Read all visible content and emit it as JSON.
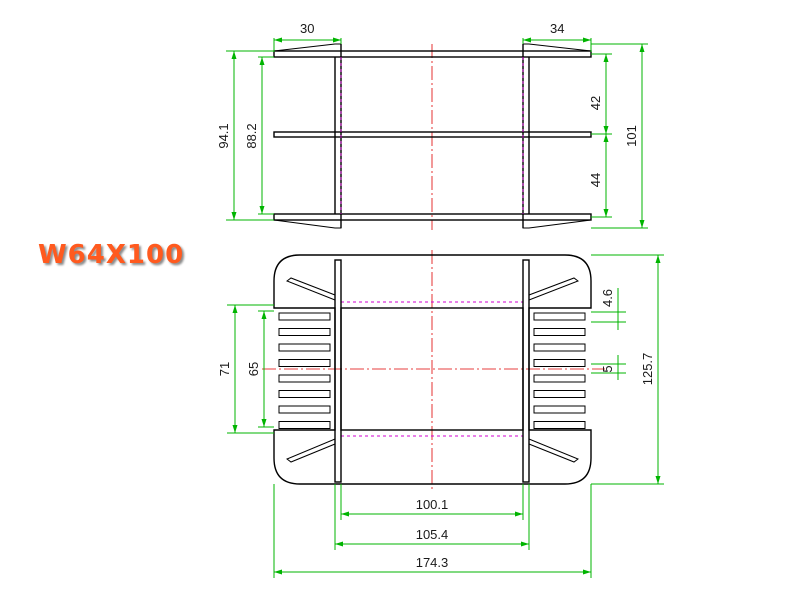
{
  "title": "W64X100",
  "colors": {
    "title": "#ff5a1f",
    "dimension": "#00b400",
    "centerline": "#e00000",
    "hidden": "#d000d0",
    "outline": "#000000"
  },
  "dimensions": {
    "top_left_flange": "30",
    "top_right_flange": "34",
    "top_upper_pitch": "42",
    "top_lower_pitch": "44",
    "top_total_height": "101",
    "top_outer_left": "94.1",
    "top_inner_left": "88.2",
    "bottom_fin_pitch_1": "4.6",
    "bottom_fin_pitch_2": "5",
    "bottom_total_height": "125.7",
    "bottom_outer_left": "71",
    "bottom_inner_left": "65",
    "width_inner": "100.1",
    "width_mid": "105.4",
    "width_total": "174.3"
  }
}
